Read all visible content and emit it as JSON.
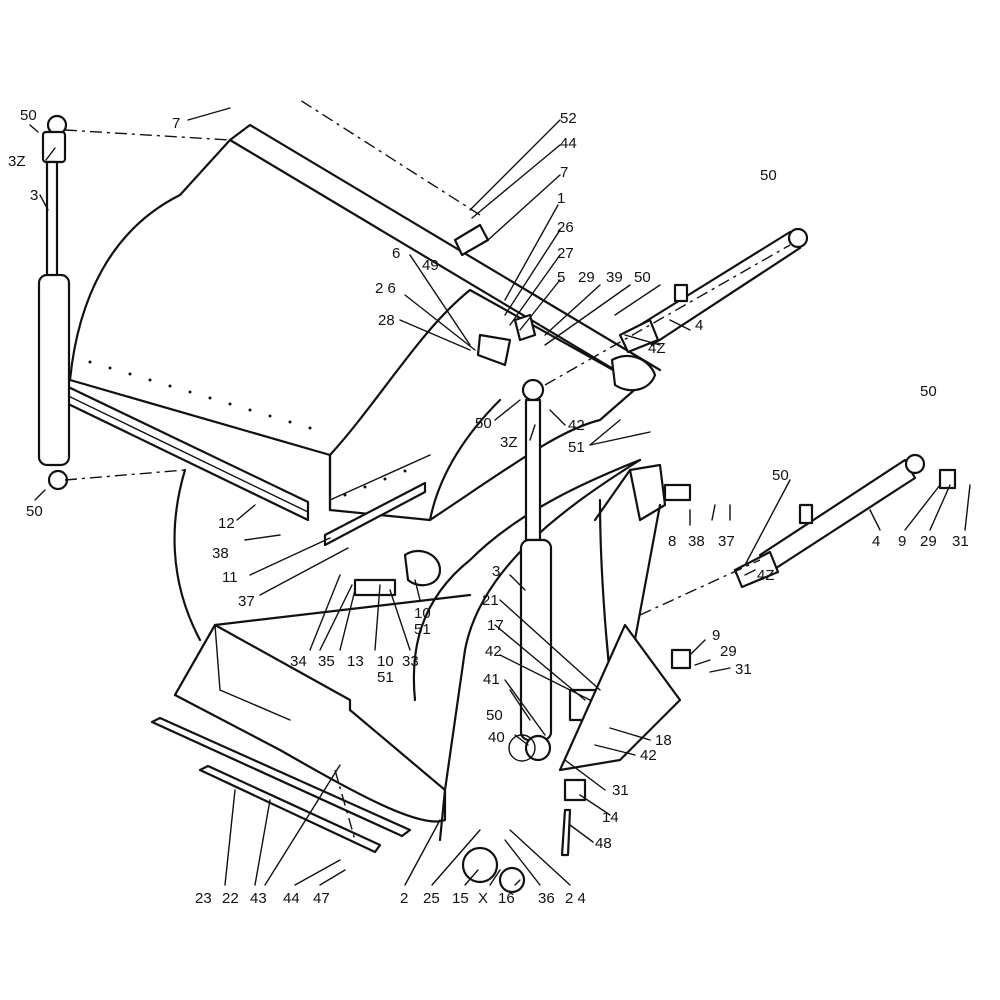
{
  "diagram": {
    "labels": [
      {
        "id": "l-50-a",
        "text": "50"
      },
      {
        "id": "l-3z-a",
        "text": "3Z"
      },
      {
        "id": "l-3-a",
        "text": "3"
      },
      {
        "id": "l-50-b",
        "text": "50"
      },
      {
        "id": "l-7-a",
        "text": "7"
      },
      {
        "id": "l-52",
        "text": "52"
      },
      {
        "id": "l-44-a",
        "text": "44"
      },
      {
        "id": "l-7-b",
        "text": "7"
      },
      {
        "id": "l-1",
        "text": "1"
      },
      {
        "id": "l-26-a",
        "text": "26"
      },
      {
        "id": "l-6",
        "text": "6"
      },
      {
        "id": "l-49",
        "text": "49"
      },
      {
        "id": "l-26-b",
        "text": "2 6"
      },
      {
        "id": "l-27",
        "text": "27"
      },
      {
        "id": "l-5",
        "text": "5"
      },
      {
        "id": "l-29-a",
        "text": "29"
      },
      {
        "id": "l-39",
        "text": "39"
      },
      {
        "id": "l-50-c",
        "text": "50"
      },
      {
        "id": "l-28",
        "text": "28"
      },
      {
        "id": "l-4-a",
        "text": "4"
      },
      {
        "id": "l-4z-a",
        "text": "4Z"
      },
      {
        "id": "l-50-d",
        "text": "50"
      },
      {
        "id": "l-50-e",
        "text": "50"
      },
      {
        "id": "l-42-a",
        "text": "42"
      },
      {
        "id": "l-3z-b",
        "text": "3Z"
      },
      {
        "id": "l-51-a",
        "text": "51"
      },
      {
        "id": "l-50-f",
        "text": "50"
      },
      {
        "id": "l-50-g",
        "text": "50"
      },
      {
        "id": "l-12",
        "text": "12"
      },
      {
        "id": "l-38-a",
        "text": "38"
      },
      {
        "id": "l-11",
        "text": "11"
      },
      {
        "id": "l-37-a",
        "text": "37"
      },
      {
        "id": "l-8",
        "text": "8"
      },
      {
        "id": "l-38-b",
        "text": "38"
      },
      {
        "id": "l-37-b",
        "text": "37"
      },
      {
        "id": "l-4-b",
        "text": "4"
      },
      {
        "id": "l-9-a",
        "text": "9"
      },
      {
        "id": "l-29-b",
        "text": "29"
      },
      {
        "id": "l-31-a",
        "text": "31"
      },
      {
        "id": "l-4z-b",
        "text": "4Z"
      },
      {
        "id": "l-3-b",
        "text": "3"
      },
      {
        "id": "l-10-a",
        "text": "10"
      },
      {
        "id": "l-51-b",
        "text": "51"
      },
      {
        "id": "l-34",
        "text": "34"
      },
      {
        "id": "l-35",
        "text": "35"
      },
      {
        "id": "l-13",
        "text": "13"
      },
      {
        "id": "l-10-b",
        "text": "10"
      },
      {
        "id": "l-51-c",
        "text": "51"
      },
      {
        "id": "l-33",
        "text": "33"
      },
      {
        "id": "l-21",
        "text": "21"
      },
      {
        "id": "l-17",
        "text": "17"
      },
      {
        "id": "l-42-b",
        "text": "42"
      },
      {
        "id": "l-9-b",
        "text": "9"
      },
      {
        "id": "l-29-c",
        "text": "29"
      },
      {
        "id": "l-31-b",
        "text": "31"
      },
      {
        "id": "l-41",
        "text": "41"
      },
      {
        "id": "l-50-h",
        "text": "50"
      },
      {
        "id": "l-40",
        "text": "40"
      },
      {
        "id": "l-18",
        "text": "18"
      },
      {
        "id": "l-42-c",
        "text": "42"
      },
      {
        "id": "l-31-c",
        "text": "31"
      },
      {
        "id": "l-14",
        "text": "14"
      },
      {
        "id": "l-48",
        "text": "48"
      },
      {
        "id": "l-23",
        "text": "23"
      },
      {
        "id": "l-22",
        "text": "22"
      },
      {
        "id": "l-43",
        "text": "43"
      },
      {
        "id": "l-44-b",
        "text": "44"
      },
      {
        "id": "l-47",
        "text": "47"
      },
      {
        "id": "l-2",
        "text": "2"
      },
      {
        "id": "l-25",
        "text": "25"
      },
      {
        "id": "l-15",
        "text": "15"
      },
      {
        "id": "l-x",
        "text": "X"
      },
      {
        "id": "l-16",
        "text": "16"
      },
      {
        "id": "l-36",
        "text": "36"
      },
      {
        "id": "l-24",
        "text": "2 4"
      }
    ]
  }
}
